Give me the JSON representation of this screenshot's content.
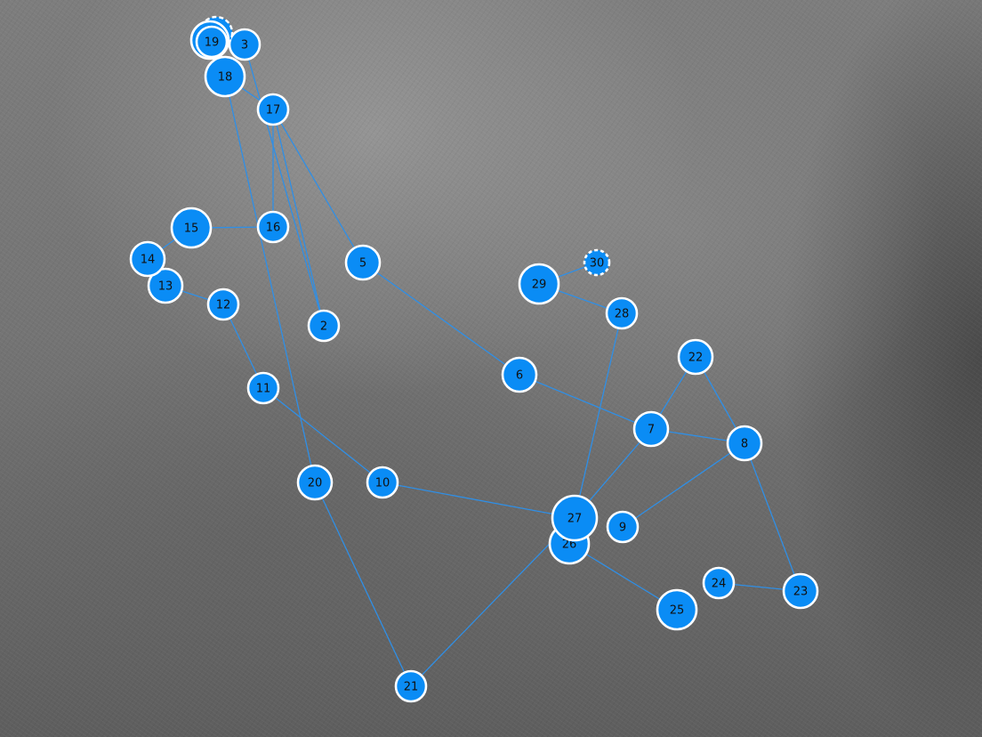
{
  "nodes": [
    {
      "id": "2",
      "label": "2",
      "size": "m"
    },
    {
      "id": "3",
      "label": "3",
      "size": "m"
    },
    {
      "id": "5",
      "label": "5",
      "size": "l"
    },
    {
      "id": "6",
      "label": "6",
      "size": "l"
    },
    {
      "id": "7",
      "label": "7",
      "size": "l"
    },
    {
      "id": "8",
      "label": "8",
      "size": "l"
    },
    {
      "id": "9",
      "label": "9",
      "size": "m"
    },
    {
      "id": "10",
      "label": "10",
      "size": "m"
    },
    {
      "id": "11",
      "label": "11",
      "size": "m"
    },
    {
      "id": "12",
      "label": "12",
      "size": "m"
    },
    {
      "id": "13",
      "label": "13",
      "size": "l"
    },
    {
      "id": "14",
      "label": "14",
      "size": "l"
    },
    {
      "id": "15",
      "label": "15",
      "size": "xl"
    },
    {
      "id": "16",
      "label": "16",
      "size": "m"
    },
    {
      "id": "17",
      "label": "17",
      "size": "m"
    },
    {
      "id": "18",
      "label": "18",
      "size": "xl"
    },
    {
      "id": "19",
      "label": "19",
      "size": "m",
      "dashed_ring": true
    },
    {
      "id": "20",
      "label": "20",
      "size": "l"
    },
    {
      "id": "21",
      "label": "21",
      "size": "m"
    },
    {
      "id": "22",
      "label": "22",
      "size": "l"
    },
    {
      "id": "23",
      "label": "23",
      "size": "l"
    },
    {
      "id": "24",
      "label": "24",
      "size": "m"
    },
    {
      "id": "25",
      "label": "25",
      "size": "xl"
    },
    {
      "id": "26",
      "label": "26",
      "size": "xl"
    },
    {
      "id": "27",
      "label": "27",
      "size": "xxl"
    },
    {
      "id": "28",
      "label": "28",
      "size": "m"
    },
    {
      "id": "29",
      "label": "29",
      "size": "xl"
    },
    {
      "id": "30",
      "label": "30",
      "size": "s",
      "dashed": true
    }
  ],
  "edges": [
    [
      "3",
      "18"
    ],
    [
      "3",
      "2"
    ],
    [
      "18",
      "17"
    ],
    [
      "18",
      "20"
    ],
    [
      "17",
      "16"
    ],
    [
      "17",
      "2"
    ],
    [
      "17",
      "5"
    ],
    [
      "15",
      "16"
    ],
    [
      "15",
      "14"
    ],
    [
      "14",
      "13"
    ],
    [
      "13",
      "12"
    ],
    [
      "12",
      "11"
    ],
    [
      "11",
      "10"
    ],
    [
      "10",
      "27"
    ],
    [
      "5",
      "6"
    ],
    [
      "6",
      "7"
    ],
    [
      "7",
      "22"
    ],
    [
      "7",
      "8"
    ],
    [
      "7",
      "27"
    ],
    [
      "22",
      "8"
    ],
    [
      "8",
      "9"
    ],
    [
      "8",
      "23"
    ],
    [
      "23",
      "24"
    ],
    [
      "26",
      "25"
    ],
    [
      "27",
      "28"
    ],
    [
      "28",
      "29"
    ],
    [
      "29",
      "30"
    ],
    [
      "20",
      "21"
    ],
    [
      "21",
      "27"
    ]
  ],
  "colors": {
    "node_fill": "#0a8cf5",
    "node_stroke": "#ffffff",
    "edge": "#2f8fe6",
    "label": "#111111"
  }
}
